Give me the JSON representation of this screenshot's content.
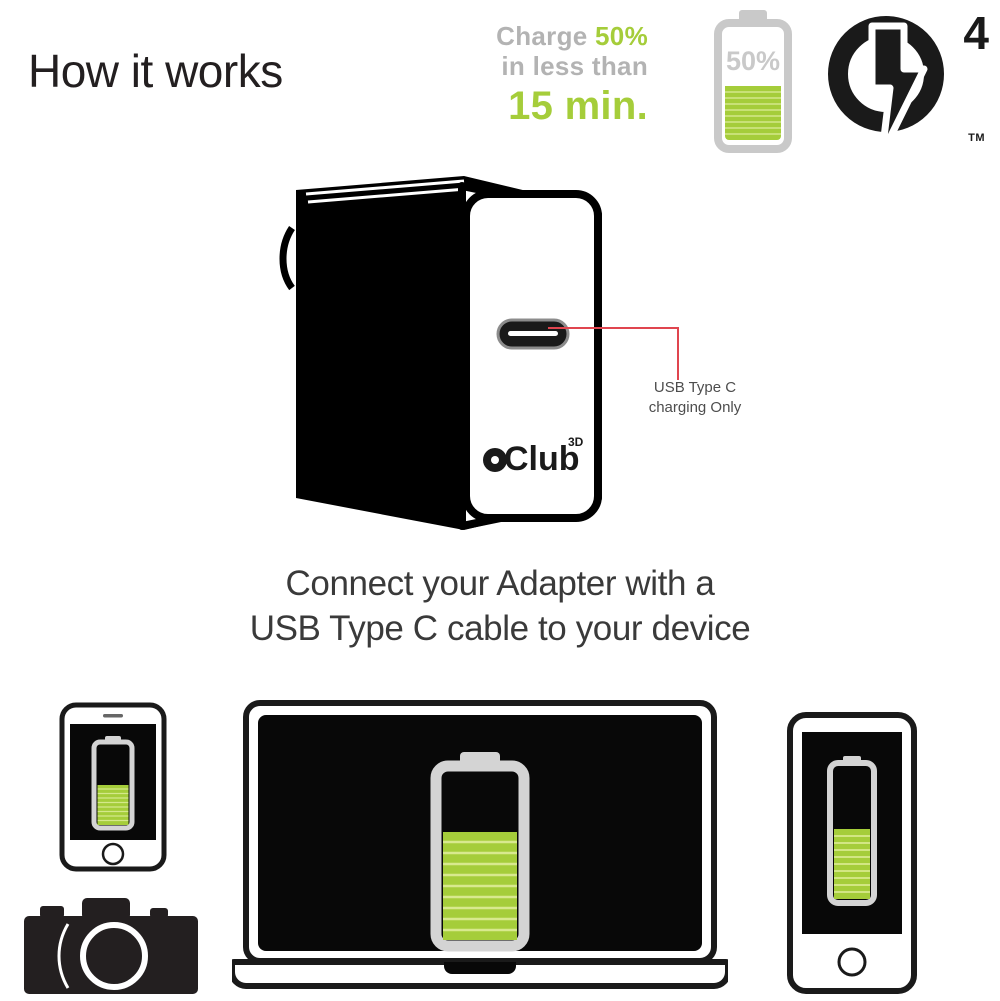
{
  "header": {
    "title": "How it works"
  },
  "claim": {
    "line1_prefix": "Charge ",
    "line1_highlight": "50%",
    "line2": "in less than",
    "line3": "15 min.",
    "muted_color": "#b3b3b3",
    "accent_color": "#a5cd3a"
  },
  "top_battery": {
    "label": "50%",
    "fill_percent": 50,
    "fill_color": "#a5cd3a",
    "outline_color": "#c9c9c9",
    "label_color": "#c9c9c9",
    "segments": 8,
    "icon": "battery-50-icon"
  },
  "qc_logo": {
    "name": "quick-charge-4-logo",
    "superscript": "4",
    "trademark": "TM",
    "color": "#1a1a1a",
    "bolt_icon": "lightning-bolt-icon"
  },
  "adapter": {
    "name": "usb-c-power-adapter",
    "brand": "Club",
    "brand_superscript": "3D",
    "body_color": "#000000",
    "face_color": "#ffffff",
    "port_icon": "usb-type-c-port-icon"
  },
  "callout": {
    "line1": "USB Type C",
    "line2": "charging Only",
    "leader_color": "#e0454f",
    "text_color": "#4d4d4d"
  },
  "caption": {
    "line1": "Connect your Adapter with a",
    "line2": "USB Type C cable to your device"
  },
  "devices": [
    {
      "name": "smartphone",
      "icon": "smartphone-icon",
      "battery": {
        "fill_percent": 52,
        "segments": 9,
        "fill_color": "#a5cd3a",
        "outline_color": "#d4d4d4"
      }
    },
    {
      "name": "camera",
      "icon": "camera-icon",
      "battery": null
    },
    {
      "name": "laptop",
      "icon": "laptop-icon",
      "battery": {
        "fill_percent": 54,
        "segments": 10,
        "fill_color": "#a5cd3a",
        "outline_color": "#d4d4d4"
      }
    },
    {
      "name": "tablet",
      "icon": "tablet-icon",
      "battery": {
        "fill_percent": 56,
        "segments": 9,
        "fill_color": "#a5cd3a",
        "outline_color": "#d4d4d4"
      }
    }
  ],
  "colors": {
    "background": "#ffffff",
    "ink": "#231f20",
    "green": "#a5cd3a",
    "gray": "#b3b3b3",
    "red": "#e0454f"
  }
}
